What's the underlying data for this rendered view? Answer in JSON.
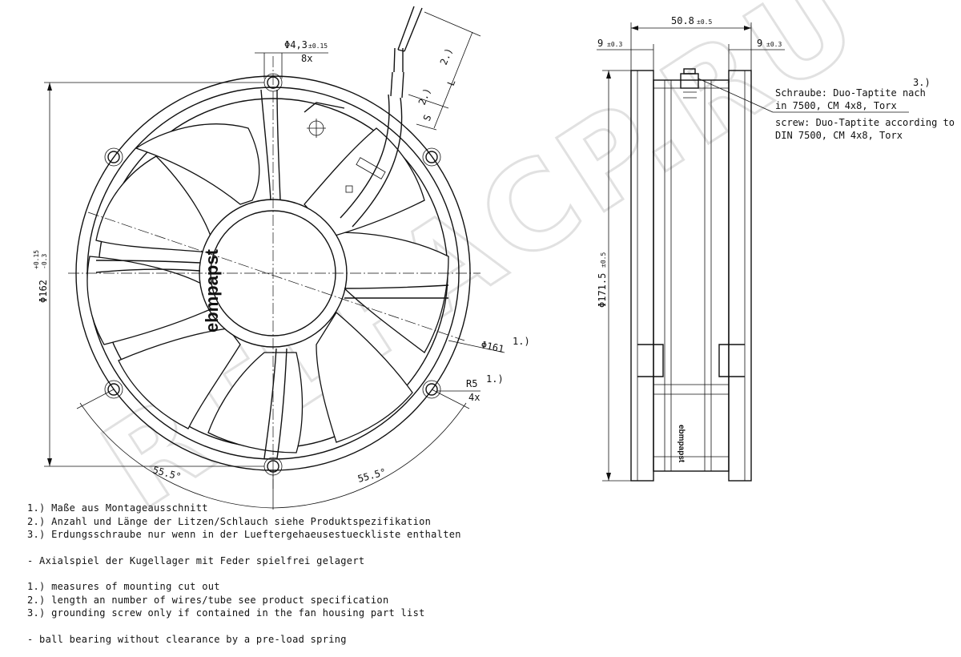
{
  "front_view": {
    "brand_label": "ebmpapst",
    "dim_hole": "Φ4,3",
    "dim_hole_tol": "±0.15",
    "dim_hole_count": "8x",
    "dim_wire_length": "L",
    "dim_wire_length_ref": "2.)",
    "dim_wire_s": "S",
    "dim_wire_s_ref": "2.)",
    "dim_outer": "Φ162",
    "dim_outer_tol_upper": "+0.15",
    "dim_outer_tol_lower": "-0.3",
    "dim_cutout": "Φ161",
    "dim_cutout_ref": "1.)",
    "dim_radius": "R5",
    "dim_radius_ref": "1.)",
    "dim_radius_count": "4x",
    "angle_left": "55.5°",
    "angle_right": "55.5°"
  },
  "side_view": {
    "dim_width": "50.8",
    "dim_width_tol": "±0.5",
    "dim_flange_left": "9",
    "dim_flange_left_tol": "±0.3",
    "dim_flange_right": "9",
    "dim_flange_right_tol": "±0.3",
    "dim_height": "Φ171.5",
    "dim_height_tol": "±0.5",
    "brand_label": "ebmpapst",
    "screw_ref": "3.)",
    "screw_text_de_1": "Schraube: Duo-Taptite nach",
    "screw_text_de_2": "in 7500, CM 4x8, Torx",
    "screw_text_en_1": "screw: Duo-Taptite according to",
    "screw_text_en_2": "DIN 7500, CM 4x8, Torx"
  },
  "watermark": {
    "text": "RTLPACP.RU",
    "color": "#cfcfcf"
  },
  "notes": {
    "de": [
      "1.) Maße aus Montageausschnitt",
      "2.) Anzahl und Länge der Litzen/Schlauch siehe Produktspezifikation",
      "3.) Erdungsschraube nur wenn in der Lueftergehaeusestueckliste enthalten"
    ],
    "de_extra": "- Axialspiel der Kugellager mit Feder spielfrei gelagert",
    "en": [
      "1.) measures of mounting cut out",
      "2.) length an number of wires/tube see product specification",
      "3.) grounding screw only if contained in the fan housing part list"
    ],
    "en_extra": "- ball bearing without clearance by a pre-load spring"
  }
}
